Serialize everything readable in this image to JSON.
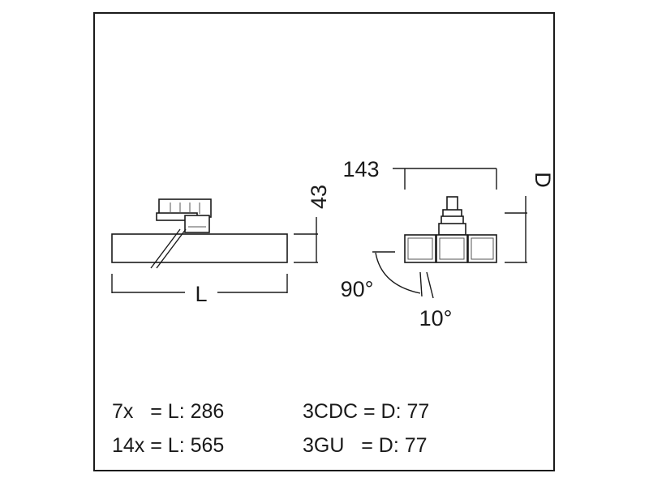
{
  "dimensions": {
    "length_label": "L",
    "height_value": "43",
    "width_value": "143",
    "depth_label": "D",
    "tilt_angle": "90°",
    "rotation_angle": "10°"
  },
  "specs": [
    {
      "left": "7x   = L: 286",
      "right": "3CDC = D: 77"
    },
    {
      "left": "14x = L: 565",
      "right": "3GU   = D: 77"
    }
  ],
  "colors": {
    "line": "#1a1a1a",
    "background": "#ffffff"
  }
}
